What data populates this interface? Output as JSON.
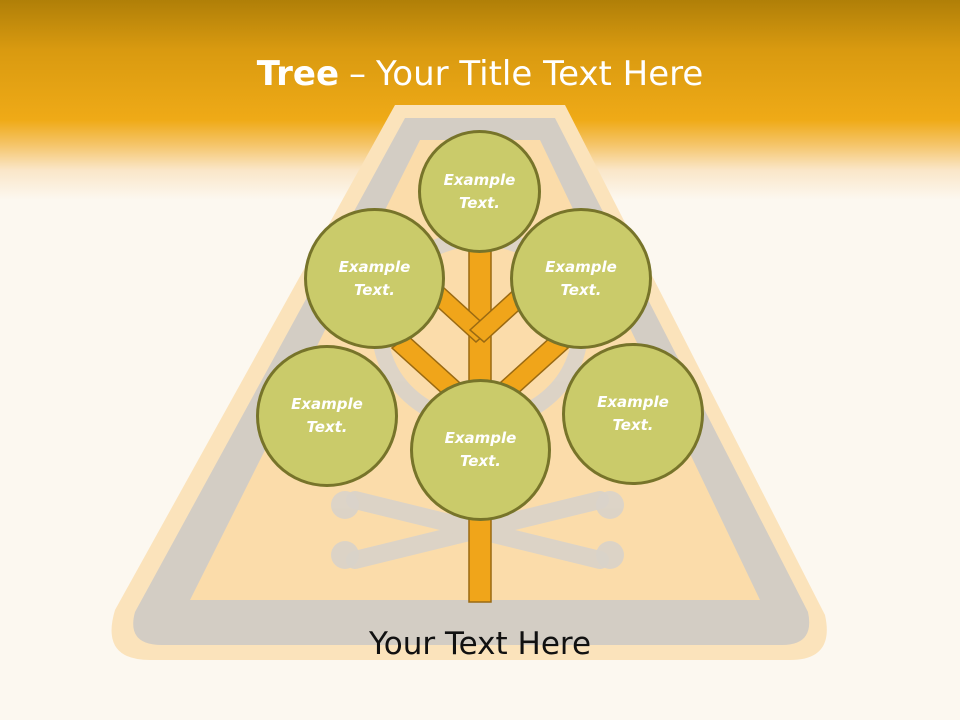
{
  "slide": {
    "title_bold": "Tree",
    "title_separator": "–",
    "title_rest": "Your Title Text Here",
    "footer": "Your Text Here"
  },
  "tree": {
    "nodes": [
      {
        "id": "top",
        "label": "Example\nText."
      },
      {
        "id": "upper-left",
        "label": "Example\nText."
      },
      {
        "id": "upper-right",
        "label": "Example\nText."
      },
      {
        "id": "lower-left",
        "label": "Example\nText."
      },
      {
        "id": "center",
        "label": "Example\nText."
      },
      {
        "id": "lower-right",
        "label": "Example\nText."
      }
    ]
  },
  "colors": {
    "header": "#efaa17",
    "trunk": "#f0a51a",
    "trunk_stroke": "#9a6a12",
    "node_fill": "#cacb6a",
    "node_border": "#77742a",
    "warning_sign_fill": "#fbdcaa",
    "warning_sign_border": "#d1ccc2",
    "background": "#fcf8f0"
  }
}
